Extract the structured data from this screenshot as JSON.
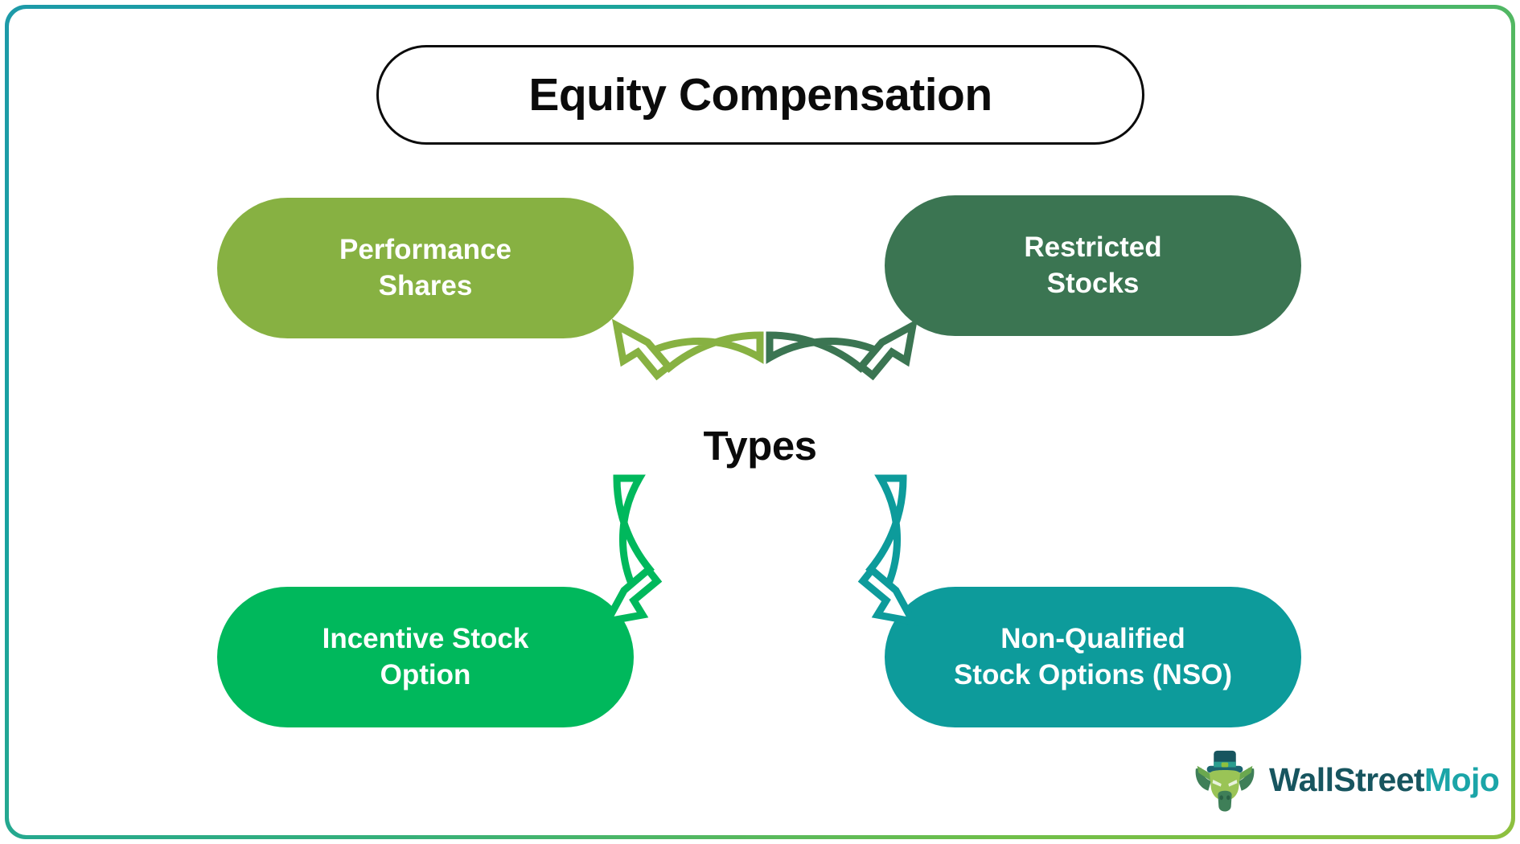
{
  "title": {
    "text": "Equity Compensation"
  },
  "center": {
    "label": "Types"
  },
  "types": [
    {
      "id": "performance-shares",
      "label": "Performance Shares",
      "lines": [
        "Performance",
        "Shares"
      ],
      "color": "#87b142",
      "position": "top-left"
    },
    {
      "id": "restricted-stocks",
      "label": "Restricted Stocks",
      "lines": [
        "Restricted",
        "Stocks"
      ],
      "color": "#3b7552",
      "position": "top-right"
    },
    {
      "id": "incentive-stock-option",
      "label": "Incentive Stock Option",
      "lines": [
        "Incentive Stock",
        "Option"
      ],
      "color": "#00b85c",
      "position": "bottom-left"
    },
    {
      "id": "non-qualified-stock-options",
      "label": "Non-Qualified Stock Options (NSO)",
      "lines": [
        "Non-Qualified",
        "Stock Options (NSO)"
      ],
      "color": "#0d9b9b",
      "position": "bottom-right"
    }
  ],
  "diagram": {
    "type": "cycle",
    "segments": [
      {
        "name": "top-left-arc",
        "color": "#87b142",
        "points_to": "performance-shares"
      },
      {
        "name": "top-right-arc",
        "color": "#3b7552",
        "points_to": "restricted-stocks"
      },
      {
        "name": "bottom-left-arc",
        "color": "#00b85c",
        "points_to": "incentive-stock-option"
      },
      {
        "name": "bottom-right-arc",
        "color": "#0d9b9b",
        "points_to": "non-qualified-stock-options"
      }
    ]
  },
  "brand": {
    "name_part1": "WallStreet",
    "name_part2": "Mojo",
    "color1": "#17555f",
    "color2": "#1ba5a8"
  },
  "frame": {
    "gradient_start": "#1d9aa8",
    "gradient_end": "#8ec03f"
  }
}
